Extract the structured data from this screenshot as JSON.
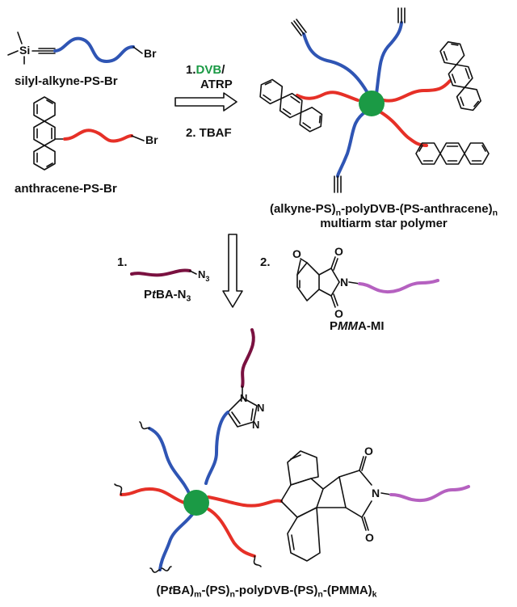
{
  "colors": {
    "blue": "#2f55b4",
    "red": "#e63027",
    "green": "#1b9a45",
    "maroon": "#7a1140",
    "purple": "#b561c0"
  },
  "reagents": {
    "silyl": "silyl-alkyne-PS-Br",
    "anthracene": "anthracene-PS-Br",
    "silyl_si": "Si",
    "br": "Br"
  },
  "step1": {
    "num1": "1.",
    "dvb": "DVB",
    "slash": "/",
    "atrp": "ATRP",
    "line2": "2. TBAF"
  },
  "star": {
    "line1_a": "(alkyne-PS)",
    "line1_b": "n",
    "line1_c": "-polyDVB-(PS-anthracene)",
    "line1_d": "n",
    "line2": "multiarm star polymer"
  },
  "step2": {
    "num1": "1.",
    "num2": "2.",
    "n3_label": "N",
    "n3_sub": "3",
    "ptba_a": "P",
    "ptba_b": "t",
    "ptba_c": "BA-N",
    "ptba_d": "3",
    "pmma_a": "P",
    "pmma_b": "MM",
    "pmma_c": "A-MI",
    "o_atom": "O",
    "n_atom": "N"
  },
  "final": {
    "a": "(P",
    "b": "t",
    "c": "BA)",
    "d": "m",
    "e": "-(PS)",
    "f": "n",
    "g": "-polyDVB-(PS)",
    "h": "n",
    "i": "-(PMMA)",
    "j": "k",
    "triazole_n": "N"
  }
}
